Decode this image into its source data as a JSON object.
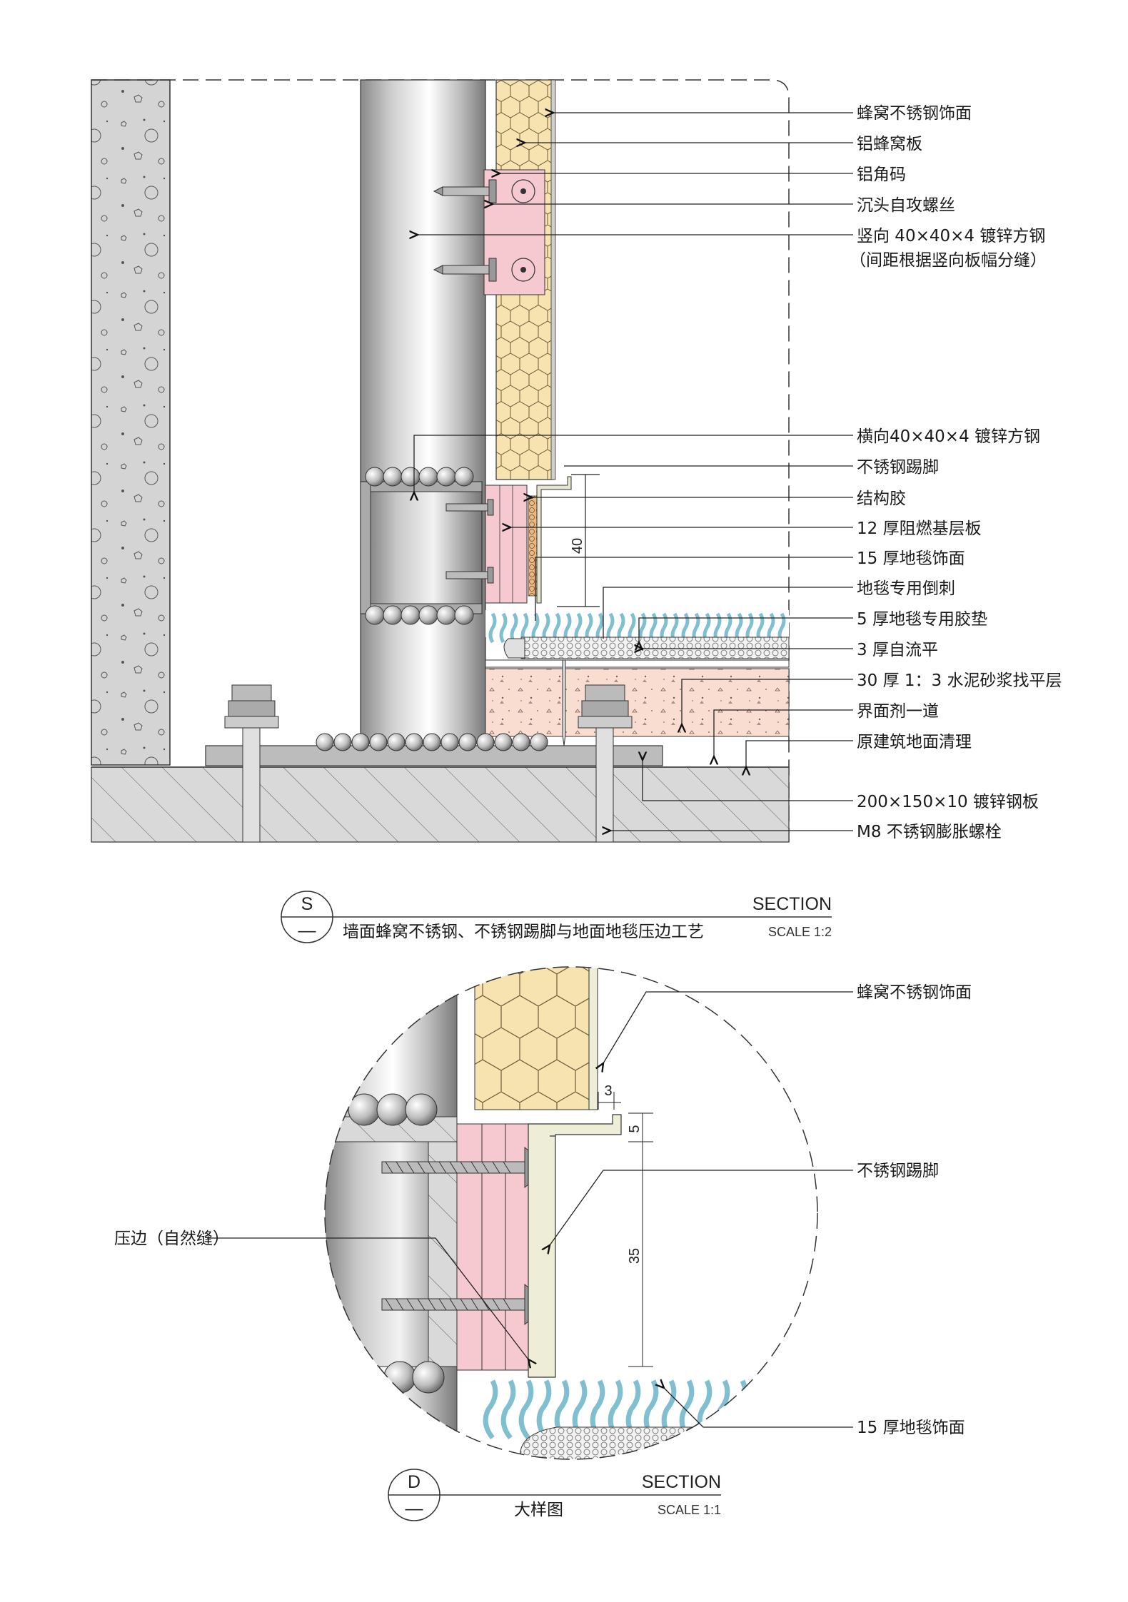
{
  "section_s": {
    "mark": "S",
    "mark_sub": "—",
    "title": "墙面蜂窝不锈钢、不锈钢踢脚与地面地毯压边工艺",
    "kind": "SECTION",
    "scale": "SCALE 1:2",
    "labels": [
      "蜂窝不锈钢饰面",
      "铝蜂窝板",
      "铝角码",
      "沉头自攻螺丝",
      "竖向 40×40×4 镀锌方钢",
      "（间距根据竖向板幅分缝）",
      "横向40×40×4 镀锌方钢",
      "不锈钢踢脚",
      "结构胶",
      "12 厚阻燃基层板",
      "15 厚地毯饰面",
      "地毯专用倒刺",
      "5 厚地毯专用胶垫",
      "3 厚自流平",
      "30 厚 1：3 水泥砂浆找平层",
      "界面剂一道",
      "原建筑地面清理",
      "200×150×10 镀锌钢板",
      "M8 不锈钢膨胀螺栓"
    ],
    "dims": [
      "40"
    ]
  },
  "section_d": {
    "mark": "D",
    "mark_sub": "—",
    "title": "大样图",
    "kind": "SECTION",
    "scale": "SCALE 1:1",
    "labels": {
      "top_right": "蜂窝不锈钢饰面",
      "mid_right": "不锈钢踢脚",
      "left": "压边（自然缝）",
      "bottom_right": "15 厚地毯饰面"
    },
    "dims": [
      "3",
      "5",
      "35"
    ]
  },
  "colors": {
    "honeycomb": "#f6e3b0",
    "pink_board": "#f6c9d0",
    "carpet": "#7fbfcf",
    "mortar": "#f9ddd0",
    "concrete": "#d9d9d9",
    "steel": "#b8b8b8"
  }
}
